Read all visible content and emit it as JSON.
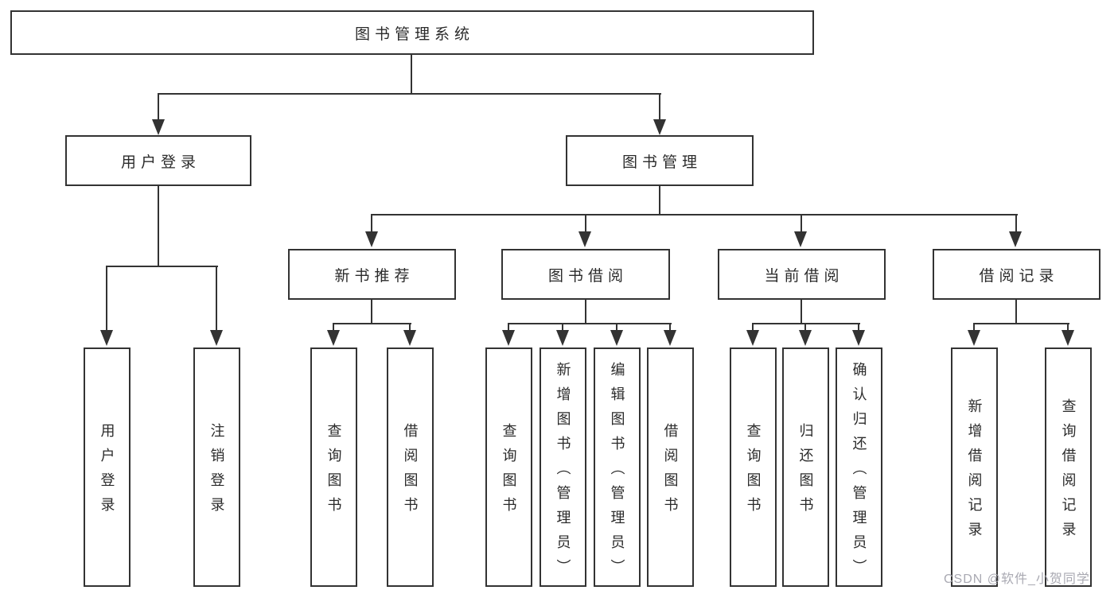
{
  "diagram_type": "tree",
  "colors": {
    "line": "#333333",
    "node_border": "#333333",
    "node_text": "#2b2b2b",
    "background": "#ffffff",
    "watermark": "#a9a9b2"
  },
  "tree": {
    "root": {
      "label": "图书管理系统",
      "children": [
        {
          "label": "用户登录",
          "children": [
            {
              "label": "用户登录"
            },
            {
              "label": "注销登录"
            }
          ]
        },
        {
          "label": "图书管理",
          "children": [
            {
              "label": "新书推荐",
              "children": [
                {
                  "label": "查询图书"
                },
                {
                  "label": "借阅图书"
                }
              ]
            },
            {
              "label": "图书借阅",
              "children": [
                {
                  "label": "查询图书"
                },
                {
                  "label": "新增图书（管理员）"
                },
                {
                  "label": "编辑图书（管理员）"
                },
                {
                  "label": "借阅图书"
                }
              ]
            },
            {
              "label": "当前借阅",
              "children": [
                {
                  "label": "查询图书"
                },
                {
                  "label": "归还图书"
                },
                {
                  "label": "确认归还（管理员）"
                }
              ]
            },
            {
              "label": "借阅记录",
              "children": [
                {
                  "label": "新增借阅记录"
                },
                {
                  "label": "查询借阅记录"
                }
              ]
            }
          ]
        }
      ]
    }
  },
  "watermark": {
    "text": "CSDN @软件_小贺同学"
  }
}
